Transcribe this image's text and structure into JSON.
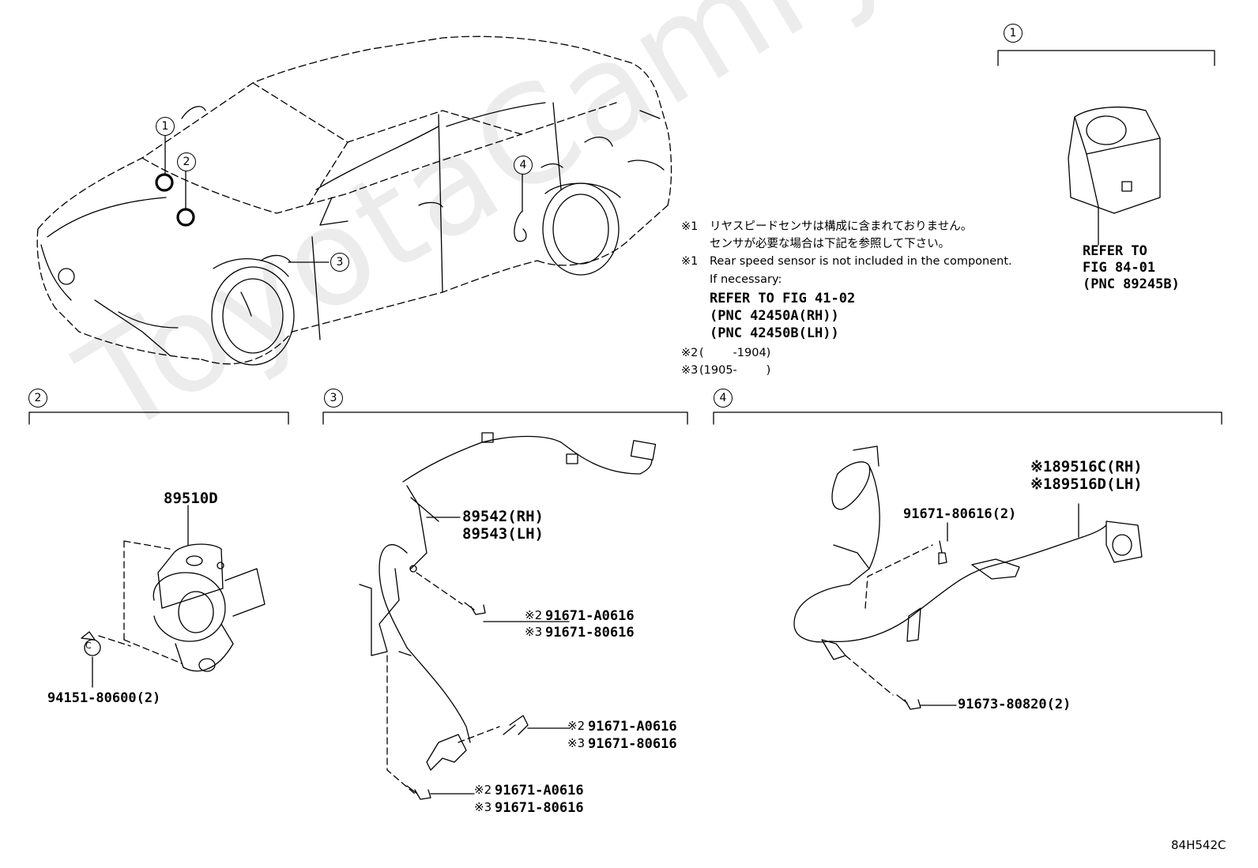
{
  "watermark": "ToyotaCamry.ru",
  "figure_code": "84H542C",
  "callouts": {
    "c1": "1",
    "c2": "2",
    "c3": "3",
    "c4": "4"
  },
  "notes": {
    "jp_mark": "※1",
    "jp_line1": "リヤスピードセンサは構成に含まれておりません。",
    "jp_line2": "センサが必要な場合は下記を参照して下さい。",
    "en_mark": "※1",
    "en_line1": "Rear speed sensor is not included in the component.",
    "en_line2": "If necessary:",
    "refer_line1": "REFER TO FIG 41-02",
    "refer_line2": "(PNC 42450A(RH))",
    "refer_line3": "(PNC 42450B(LH))",
    "m2_mark": "※2",
    "m2_text": "(        -1904)",
    "m3_mark": "※3",
    "m3_text": "(1905-        )"
  },
  "section1": {
    "refer_line1": "REFER TO",
    "refer_line2": "FIG 84-01",
    "refer_line3": "(PNC 89245B)"
  },
  "section2": {
    "part_main": "89510D",
    "bolt": "94151-80600(2)",
    "bolt_mark": "C"
  },
  "section3": {
    "part_rh": "89542(RH)",
    "part_lh": "89543(LH)",
    "a_mark2": "※2",
    "a_pn2": "91671-A0616",
    "a_mark3": "※3",
    "a_pn3": "91671-80616",
    "b_mark2": "※2",
    "b_pn2": "91671-A0616",
    "b_mark3": "※3",
    "b_pn3": "91671-80616",
    "c_mark2": "※2",
    "c_pn2": "91671-A0616",
    "c_mark3": "※3",
    "c_pn3": "91671-80616"
  },
  "section4": {
    "part_rh": "※189516C(RH)",
    "part_lh": "※189516D(LH)",
    "bolt1": "91671-80616(2)",
    "bolt2": "91673-80820(2)"
  }
}
